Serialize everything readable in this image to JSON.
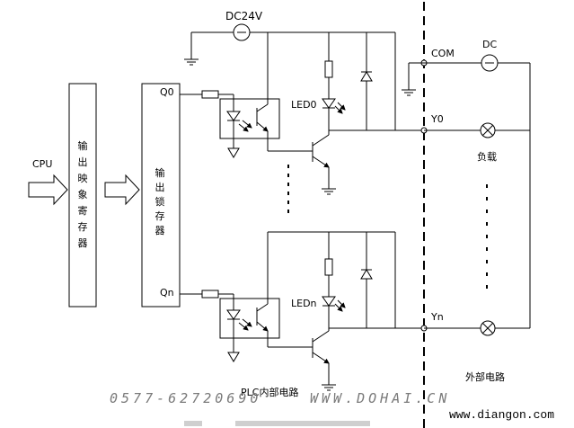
{
  "labels": {
    "dc24v": "DC24V",
    "cpu": "CPU",
    "output_image_register": [
      "输",
      "出",
      "映",
      "象",
      "寄",
      "存",
      "器"
    ],
    "output_latch": [
      "输",
      "出",
      "锁",
      "存",
      "器"
    ],
    "q0": "Q0",
    "qn": "Qn",
    "led0": "LED0",
    "ledn": "LEDn",
    "com": "COM",
    "dc": "DC",
    "y0": "Y0",
    "yn": "Yn",
    "load": "负载",
    "plc_internal": "PLC内部电路",
    "external": "外部电路"
  },
  "watermarks": {
    "phone": "0577-62720690",
    "site_left": "WWW.DOHAI.CN",
    "site_right": "www.diangon.com"
  },
  "colors": {
    "line": "#000000",
    "background": "#ffffff",
    "watermark": "#7a7a7a"
  }
}
